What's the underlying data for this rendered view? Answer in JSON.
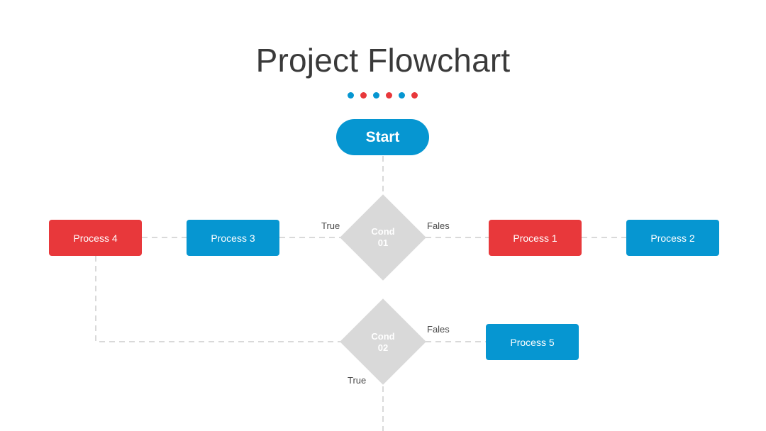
{
  "title": "Project Flowchart",
  "colors": {
    "blue": "#0696d1",
    "red": "#e8383b",
    "gray": "#d9d9d9",
    "line": "#d9d9d9"
  },
  "dots": [
    "#0696d1",
    "#e8383b",
    "#0696d1",
    "#e8383b",
    "#0696d1",
    "#e8383b"
  ],
  "nodes": {
    "start": "Start",
    "process1": "Process 1",
    "process2": "Process 2",
    "process3": "Process 3",
    "process4": "Process 4",
    "process5": "Process 5"
  },
  "conditions": {
    "cond1": {
      "line1": "Cond",
      "line2": "01"
    },
    "cond2": {
      "line1": "Cond",
      "line2": "02"
    }
  },
  "edges": {
    "cond1_true": "True",
    "cond1_false": "Fales",
    "cond2_false": "Fales",
    "cond2_true": "True"
  }
}
